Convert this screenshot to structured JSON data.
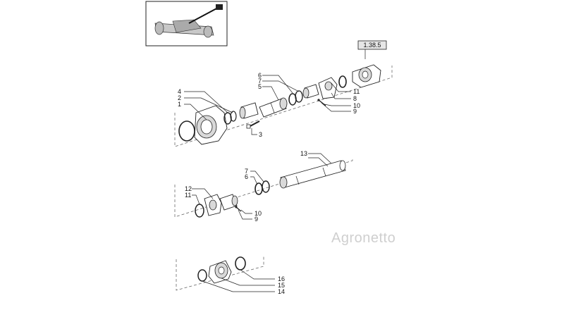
{
  "reference_box": "1.38.5",
  "watermark": "Agronetto",
  "callouts": {
    "c1": "1",
    "c2": "2",
    "c3": "3",
    "c4": "4",
    "c5": "5",
    "c6": "6",
    "c7": "7",
    "c8": "8",
    "c9": "9",
    "c10": "10",
    "c11": "11",
    "m6": "6",
    "m7": "7",
    "m9": "9",
    "m10": "10",
    "m11": "11",
    "m12": "12",
    "m13": "13",
    "b14": "14",
    "b15": "15",
    "b16": "16"
  }
}
